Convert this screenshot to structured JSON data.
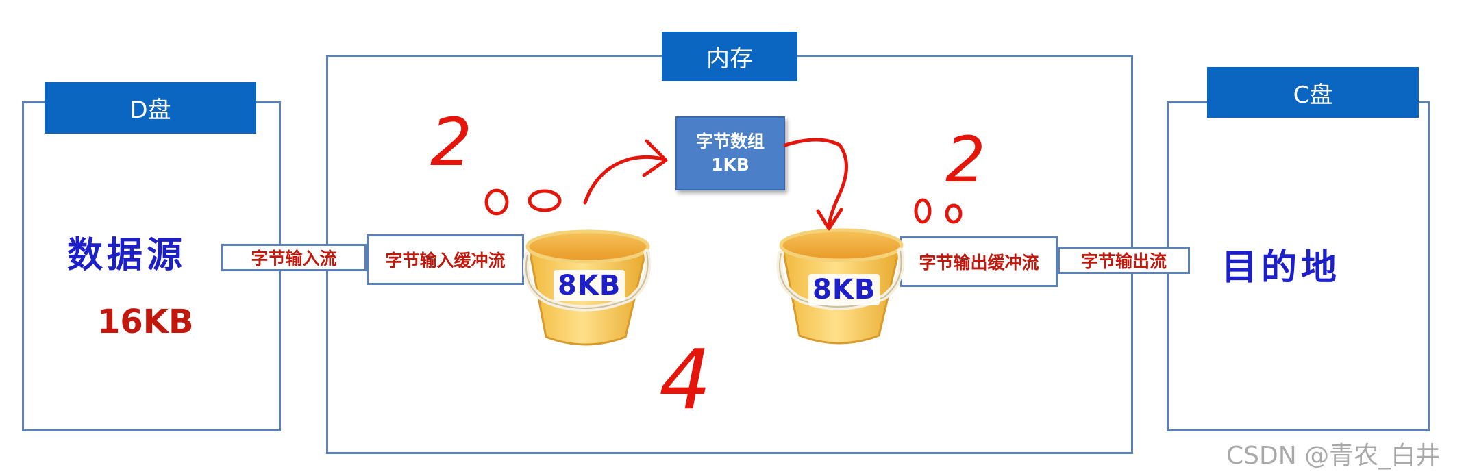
{
  "panels": {
    "disk_d": {
      "title": "D盘",
      "label": "数据源",
      "size": "16KB"
    },
    "memory": {
      "title": "内存"
    },
    "disk_c": {
      "title": "C盘",
      "label": "目的地"
    }
  },
  "streams": {
    "byte_input": "字节输入流",
    "buffered_input": "字节输入缓冲流",
    "buffered_output": "字节输出缓冲流",
    "byte_output": "字节输出流"
  },
  "byte_array": {
    "line1": "字节数组",
    "line2": "1KB"
  },
  "buckets": {
    "left_label": "8KB",
    "right_label": "8KB"
  },
  "annotations": {
    "left_count": "2",
    "right_count": "2",
    "center_count": "4"
  },
  "watermark": "CSDN @青农_白井",
  "colors": {
    "header": "#0b66c2",
    "border": "#5b7fb8",
    "stream_text": "#c0180c",
    "ink_red": "#e4160c",
    "ink_blue": "#1d1fc8"
  }
}
